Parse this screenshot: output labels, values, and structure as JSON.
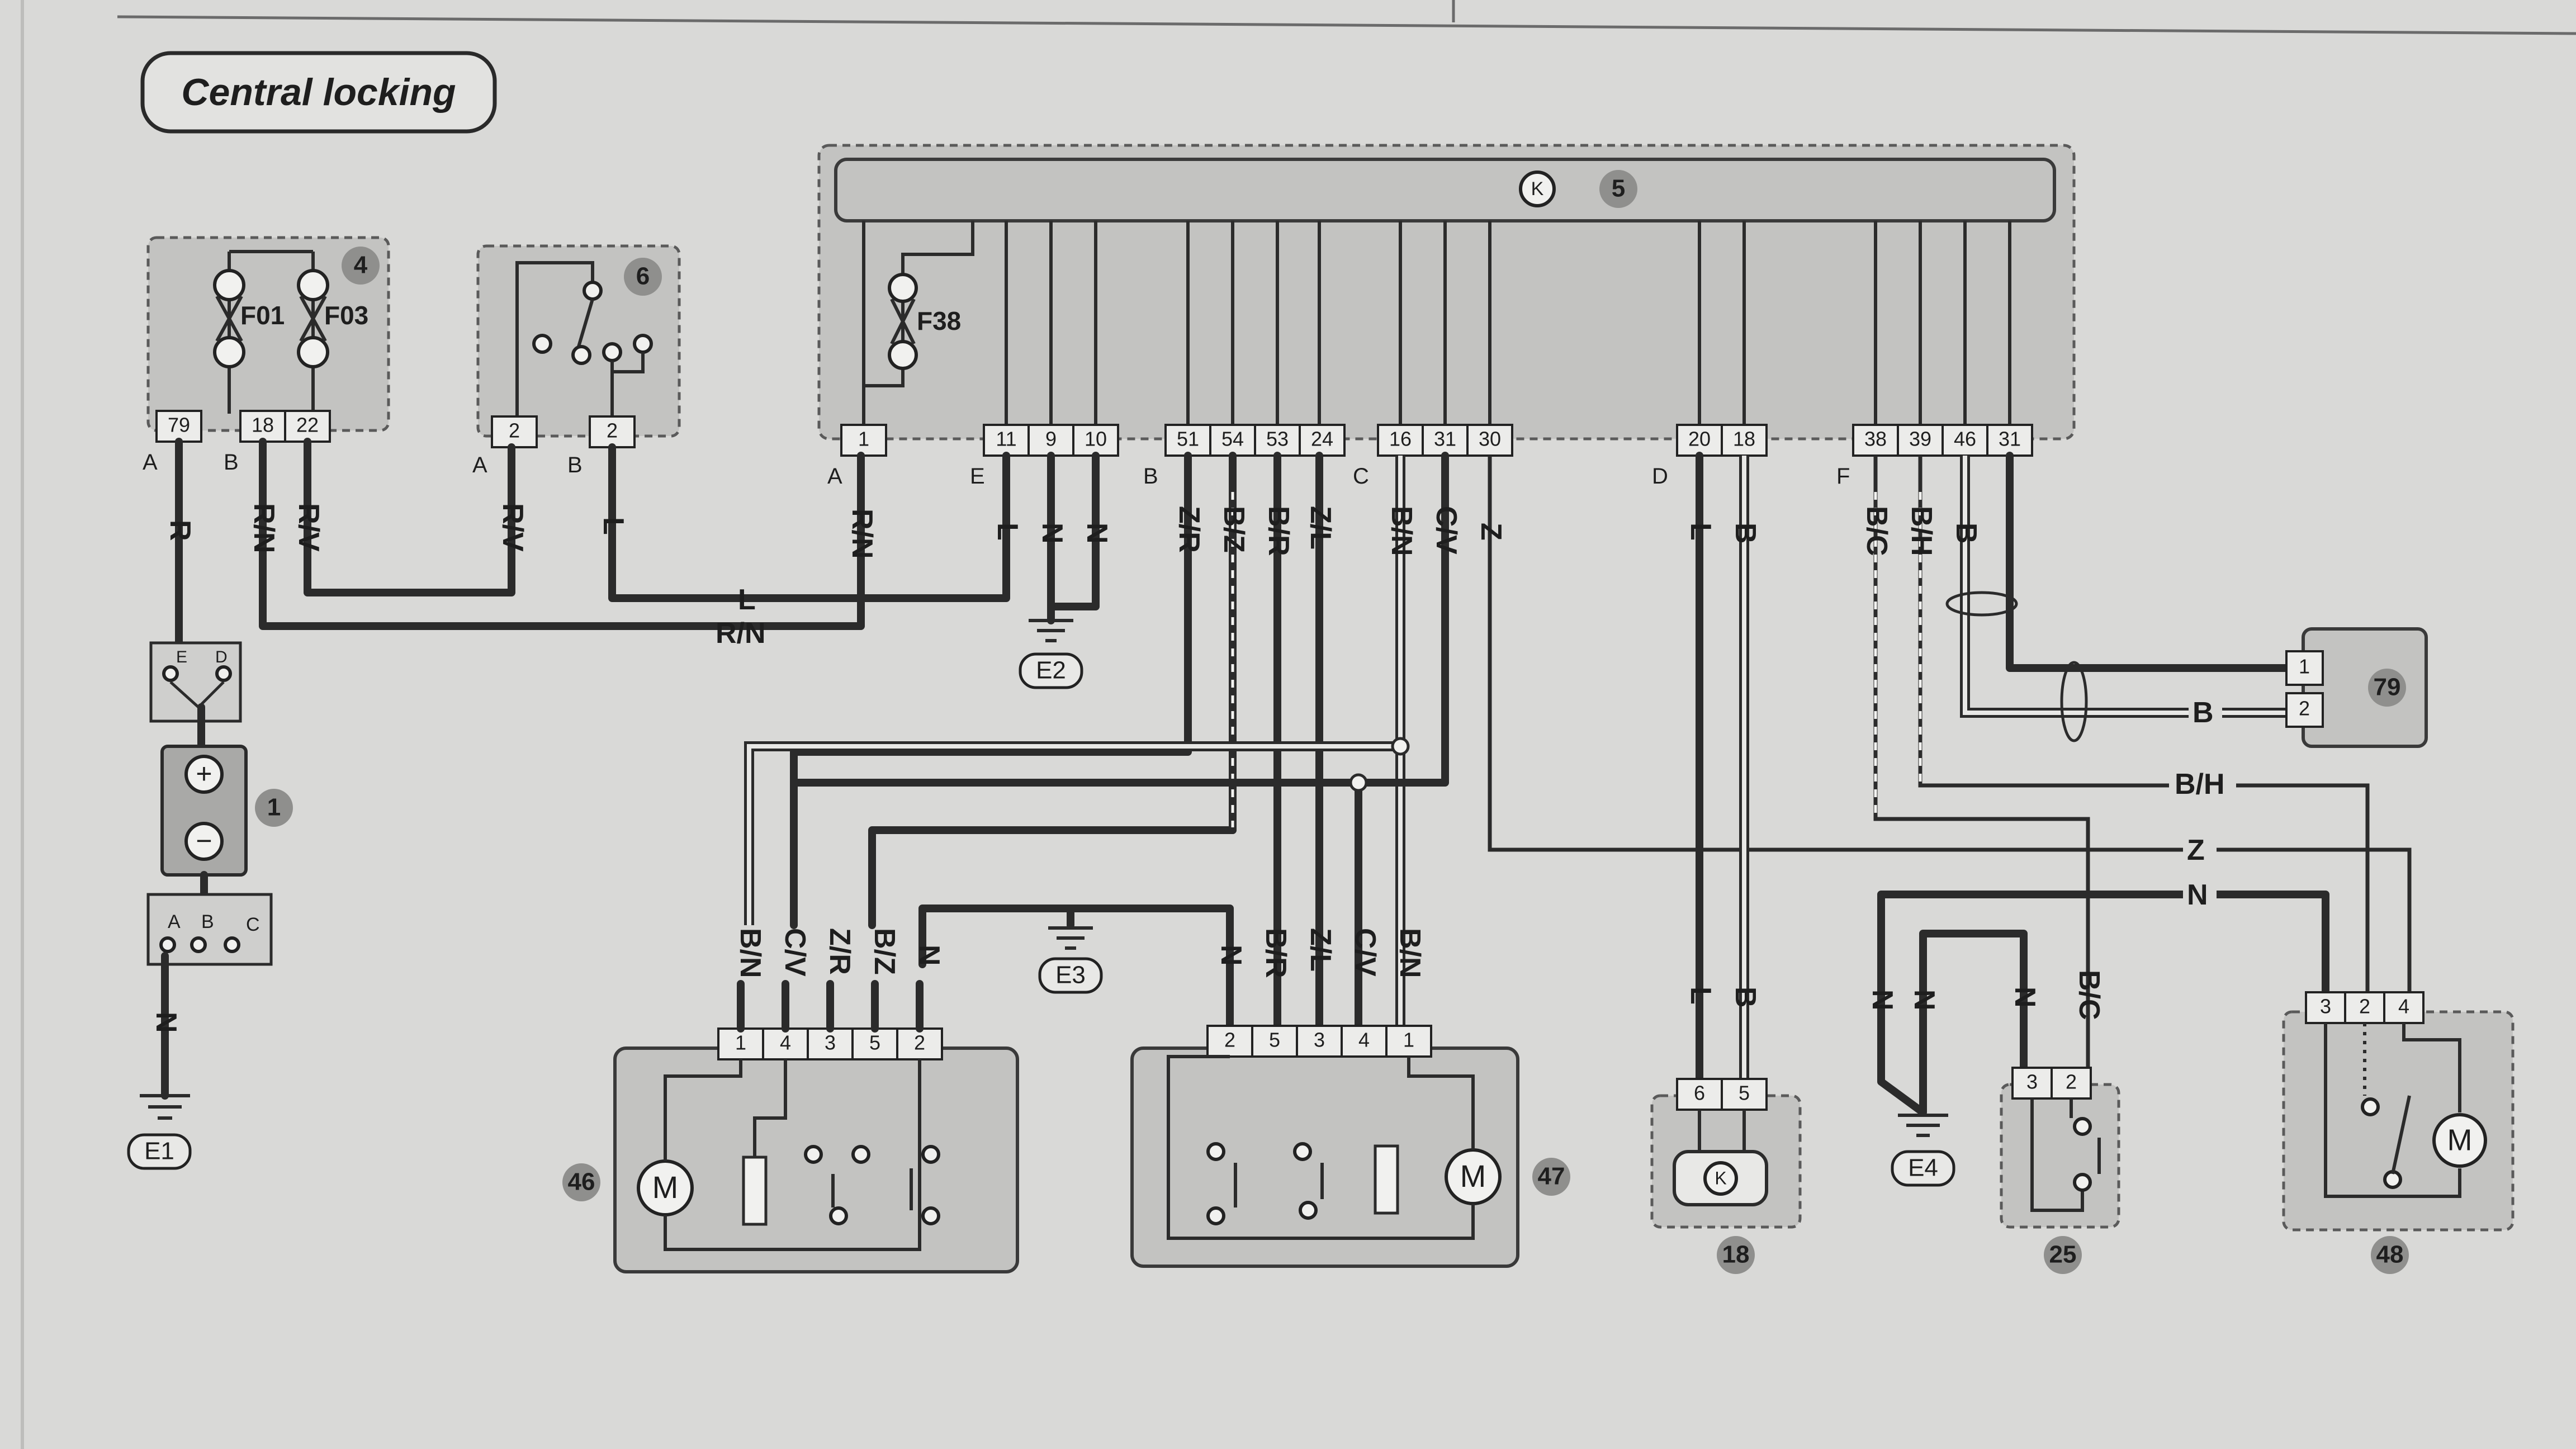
{
  "title": "Central locking",
  "components": {
    "c1": "1",
    "c4": "4",
    "c5": "5",
    "c6": "6",
    "c18": "18",
    "c25": "25",
    "c46": "46",
    "c47": "47",
    "c48": "48",
    "c79": "79"
  },
  "fuses": {
    "f01": "F01",
    "f03": "F03",
    "f38": "F38"
  },
  "grounds": {
    "e1": "E1",
    "e2": "E2",
    "e3": "E3",
    "e4": "E4"
  },
  "symbols": {
    "k": "K",
    "m": "M",
    "plus": "+",
    "minus": "−"
  },
  "conn_letters": [
    "A",
    "B",
    "A",
    "B",
    "A",
    "E",
    "B",
    "C",
    "D",
    "F"
  ],
  "battery_terminals": [
    "E",
    "D"
  ],
  "switch_terminals": [
    "A",
    "B",
    "C"
  ],
  "pins": {
    "fusebox": [
      "79",
      "18",
      "22"
    ],
    "switch6": [
      "2",
      "2"
    ],
    "bcm_a": [
      "1"
    ],
    "bcm_e": [
      "11",
      "9",
      "10"
    ],
    "bcm_b": [
      "51",
      "54",
      "53",
      "24"
    ],
    "bcm_c": [
      "16",
      "31",
      "30"
    ],
    "bcm_d": [
      "20",
      "18"
    ],
    "bcm_f": [
      "38",
      "39",
      "46",
      "31"
    ],
    "c46": [
      "1",
      "4",
      "3",
      "5",
      "2"
    ],
    "c47": [
      "2",
      "5",
      "3",
      "4",
      "1"
    ],
    "c18": [
      "6",
      "5"
    ],
    "c25": [
      "3",
      "2"
    ],
    "c48": [
      "3",
      "2",
      "4"
    ],
    "c79": [
      "1",
      "2"
    ]
  },
  "wires": {
    "top": [
      "R",
      "R/N",
      "R/V",
      "R/V",
      "L",
      "R/N",
      "L",
      "N",
      "N",
      "Z/R",
      "B/Z",
      "B/R",
      "Z/L",
      "B/N",
      "C/V",
      "Z",
      "L",
      "B",
      "B/C",
      "B/H",
      "B"
    ],
    "bus_l": "L",
    "bus_rn": "R/N",
    "e1_wire": "N",
    "m46": [
      "B/N",
      "C/V",
      "Z/R",
      "B/Z",
      "N"
    ],
    "m47": [
      "N",
      "B/R",
      "Z/L",
      "C/V",
      "B/N"
    ],
    "c18_wires": [
      "L",
      "B"
    ],
    "e4_wires": [
      "N",
      "N"
    ],
    "c25_wires": [
      "N",
      "B/C"
    ],
    "right_b": "B",
    "right_bh": "B/H",
    "right_z": "Z",
    "right_n": "N"
  },
  "colors": {
    "background": "#d9d9d7",
    "box_fill": "#c3c3c1",
    "wire": "#2b2b2b",
    "badge": "#8f8f8d"
  }
}
